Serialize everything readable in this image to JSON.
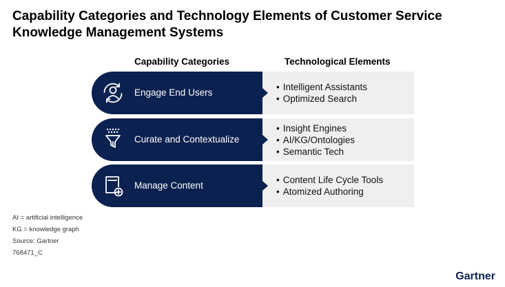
{
  "title": "Capability Categories and Technology Elements of Customer Service Knowledge Management Systems",
  "column_headers": {
    "left": "Capability Categories",
    "right": "Technological Elements"
  },
  "rows": [
    {
      "label": "Engage End Users",
      "icon": "user-cycle-icon",
      "elements": [
        "Intelligent Assistants",
        "Optimized Search"
      ]
    },
    {
      "label": "Curate and Contextualize",
      "icon": "funnel-icon",
      "elements": [
        "Insight Engines",
        "AI/KG/Ontologies",
        "Semantic Tech"
      ]
    },
    {
      "label": "Manage Content",
      "icon": "document-add-icon",
      "elements": [
        "Content Life Cycle Tools",
        "Atomized Authoring"
      ]
    }
  ],
  "notes": [
    "AI = artificial intelligence",
    "KG = knowledge graph",
    "Source: Gartner",
    "768471_C"
  ],
  "brand": "Gartner",
  "colors": {
    "navy": "#0b2150",
    "panel_gray": "#efefef"
  }
}
